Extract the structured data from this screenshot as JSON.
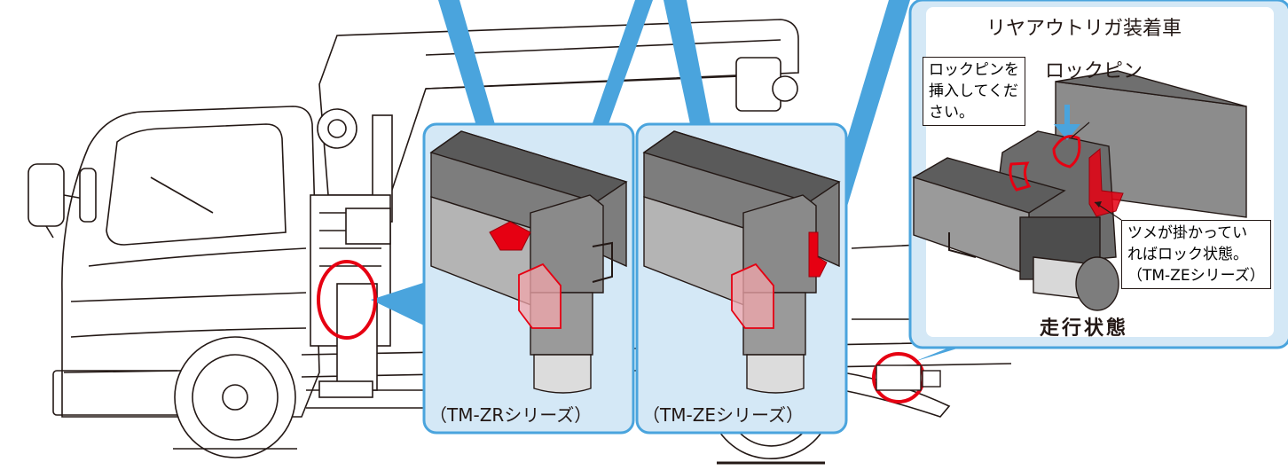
{
  "panels": {
    "zr_caption": "（TM-ZRシリーズ）",
    "ze_caption": "（TM-ZEシリーズ）"
  },
  "rear_panel": {
    "title": "リヤアウトリガ装着車",
    "lock_pin_label": "ロックピン",
    "insert_note": [
      "ロックピンを",
      "挿入してくだ",
      "さい。"
    ],
    "claw_note": [
      "ツメが掛かってい",
      "ればロック状態。",
      "（TM-ZEシリーズ）"
    ],
    "status_heading": "走行状態"
  },
  "colors": {
    "callout_blue": "#4aa4dd",
    "panel_fill": "#d4e8f6",
    "highlight_red": "#e60012",
    "line": "#231815"
  }
}
